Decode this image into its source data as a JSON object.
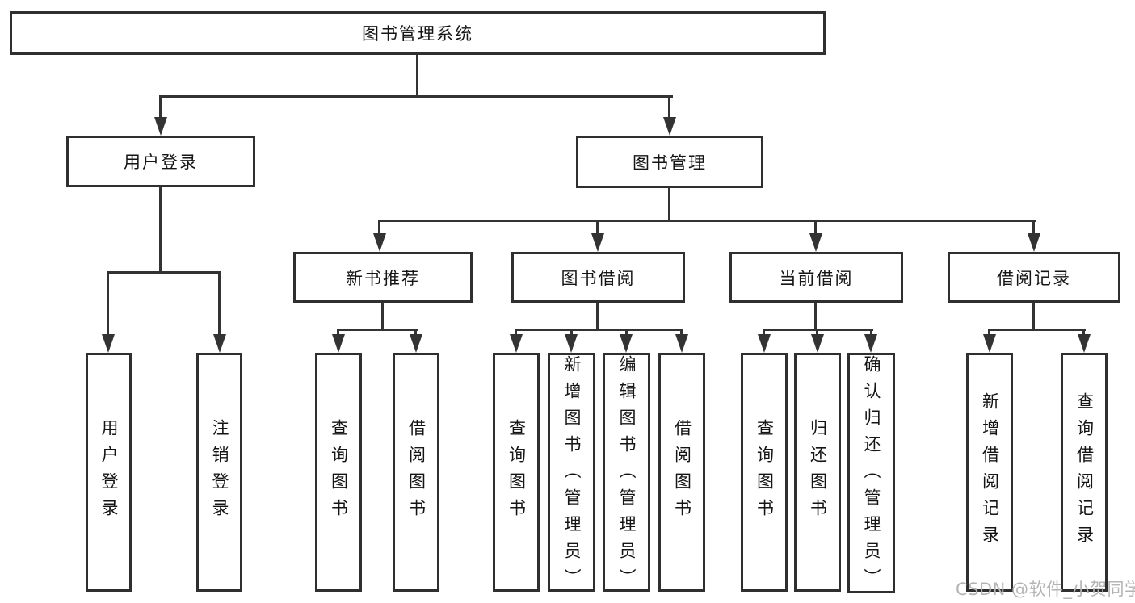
{
  "tree": {
    "label": "图书管理系统",
    "children": [
      {
        "label": "用户登录",
        "children": [
          {
            "label": "用户登录"
          },
          {
            "label": "注销登录"
          }
        ]
      },
      {
        "label": "图书管理",
        "children": [
          {
            "label": "新书推荐",
            "children": [
              {
                "label": "查询图书"
              },
              {
                "label": "借阅图书"
              }
            ]
          },
          {
            "label": "图书借阅",
            "children": [
              {
                "label": "查询图书"
              },
              {
                "label": "新增图书（管理员）"
              },
              {
                "label": "编辑图书（管理员）"
              },
              {
                "label": "借阅图书"
              }
            ]
          },
          {
            "label": "当前借阅",
            "children": [
              {
                "label": "查询图书"
              },
              {
                "label": "归还图书"
              },
              {
                "label": "确认归还（管理员）"
              }
            ]
          },
          {
            "label": "借阅记录",
            "children": [
              {
                "label": "新增借阅记录"
              },
              {
                "label": "查询借阅记录"
              }
            ]
          }
        ]
      }
    ]
  },
  "watermark": {
    "text": "CSDN @软件_小贺同学"
  },
  "colors": {
    "line": "#333333",
    "box_border": "#2f2f2f",
    "text": "#151515",
    "watermark": "#b4b4b4",
    "background": "#ffffff"
  }
}
